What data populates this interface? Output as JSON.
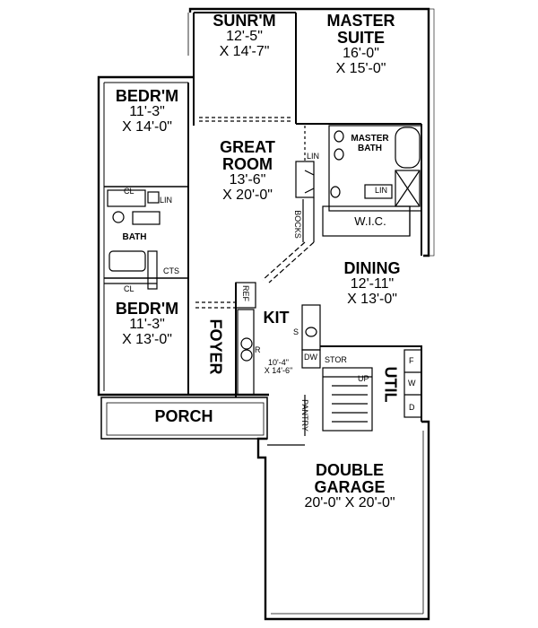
{
  "rooms": {
    "sunroom": {
      "name": "SUNR'M",
      "dim1": "12'-5\"",
      "dim2": "X 14'-7\""
    },
    "master_suite": {
      "name1": "MASTER",
      "name2": "SUITE",
      "dim1": "16'-0\"",
      "dim2": "X 15'-0\""
    },
    "bedroom1": {
      "name": "BEDR'M",
      "dim1": "11'-3\"",
      "dim2": "X 14'-0\""
    },
    "great_room": {
      "name1": "GREAT",
      "name2": "ROOM",
      "dim1": "13'-6\"",
      "dim2": "X 20'-0\""
    },
    "master_bath": {
      "name1": "MASTER",
      "name2": "BATH"
    },
    "wic": {
      "name": "W.I.C."
    },
    "bath": {
      "name": "BATH"
    },
    "bedroom2": {
      "name": "BEDR'M",
      "dim1": "11'-3\"",
      "dim2": "X 13'-0\""
    },
    "dining": {
      "name": "DINING",
      "dim1": "12'-11\"",
      "dim2": "X 13'-0\""
    },
    "kitchen": {
      "name": "KIT",
      "dim1": "10'-4\"",
      "dim2": "X 14'-6\""
    },
    "foyer": {
      "name": "FOYER"
    },
    "util": {
      "name": "UTIL"
    },
    "porch": {
      "name": "PORCH"
    },
    "garage": {
      "name1": "DOUBLE",
      "name2": "GARAGE",
      "dim": "20'-0\" X 20'-0\""
    }
  },
  "fixtures": {
    "lin_bed": "LIN",
    "lin_master": "LIN",
    "lin_gr": "LIN",
    "cl_top": "CL",
    "cl_bottom": "CL",
    "cts": "CTS",
    "bocks": "BOCKS",
    "ref": "REF",
    "s": "S",
    "r": "R",
    "dw": "DW",
    "stor": "STOR",
    "up": "UP",
    "pantry": "PANTRY",
    "f": "F",
    "w": "W",
    "d": "D"
  }
}
